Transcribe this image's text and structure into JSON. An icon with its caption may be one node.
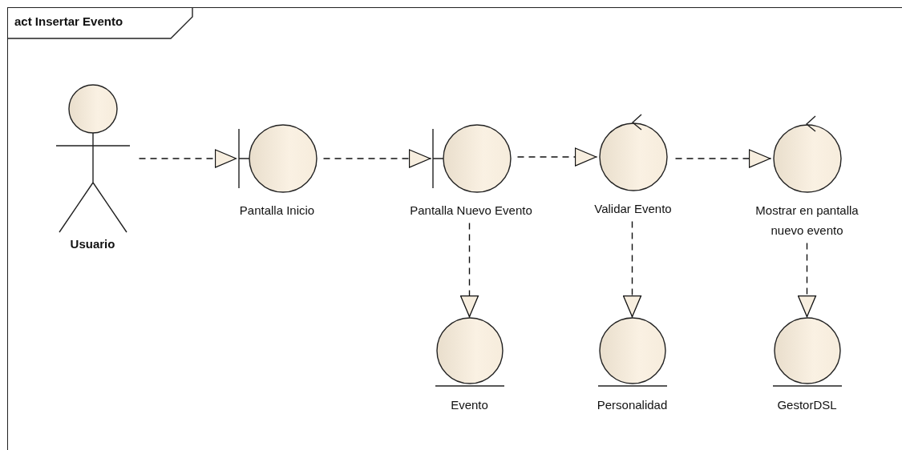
{
  "diagram": {
    "nodes": [
      {
        "text": [
          "act Insertar Evento"
        ]
      },
      {
        "text": [
          "Usuario"
        ],
        "in": 0
      },
      {
        "text": [
          "Pantalla Inicio"
        ],
        "in": 0
      },
      {
        "text": [
          "Pantalla Nuevo Evento"
        ],
        "in": 0
      },
      {
        "text": [
          "Validar Evento"
        ],
        "in": 0
      },
      {
        "text": [
          "Mostrar en pantalla nuevo evento"
        ],
        "in": 0
      },
      {
        "text": [
          "Evento"
        ],
        "in": 0
      },
      {
        "text": [
          "Personalidad"
        ],
        "in": 0
      },
      {
        "text": [
          "GestorDSL"
        ],
        "in": 0
      }
    ],
    "edges": [
      {
        "from": 1,
        "to": 2,
        "arrow": "to",
        "style": "dashed"
      },
      {
        "from": 2,
        "to": 3,
        "arrow": "to",
        "style": "dashed"
      },
      {
        "from": 3,
        "to": 4,
        "arrow": "to",
        "style": "dashed"
      },
      {
        "from": 4,
        "to": 5,
        "arrow": "to",
        "style": "dashed"
      },
      {
        "from": 3,
        "to": 6,
        "arrow": "to",
        "style": "dashed"
      },
      {
        "from": 4,
        "to": 7,
        "arrow": "to",
        "style": "dashed"
      },
      {
        "from": 5,
        "to": 8,
        "arrow": "to",
        "style": "dashed"
      }
    ]
  }
}
